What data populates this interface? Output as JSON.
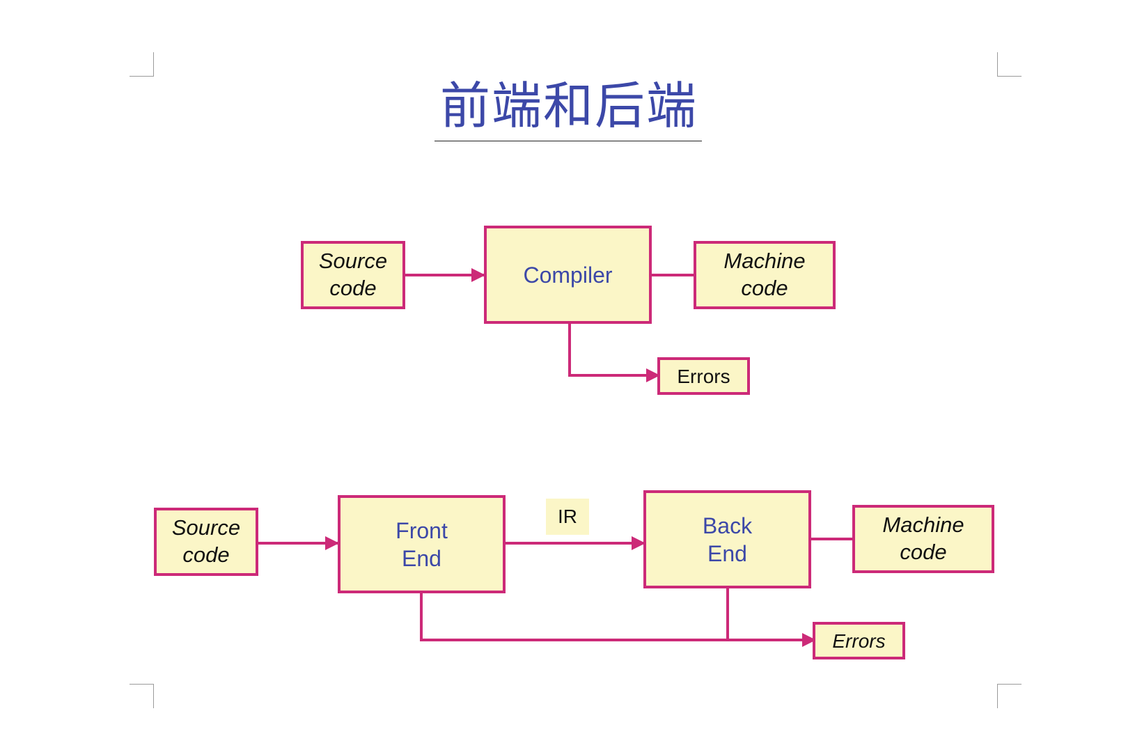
{
  "title": "前端和后端",
  "diagram1": {
    "source": "Source\ncode",
    "compiler": "Compiler",
    "machine": "Machine\ncode",
    "errors": "Errors"
  },
  "diagram2": {
    "source": "Source\ncode",
    "front": "Front\nEnd",
    "ir": "IR",
    "back": "Back\nEnd",
    "machine": "Machine\ncode",
    "errors": "Errors"
  },
  "colors": {
    "box_fill": "#fbf6c7",
    "box_border": "#cc2a78",
    "title_text": "#3c48a8",
    "stage_text": "#3c48a8"
  }
}
